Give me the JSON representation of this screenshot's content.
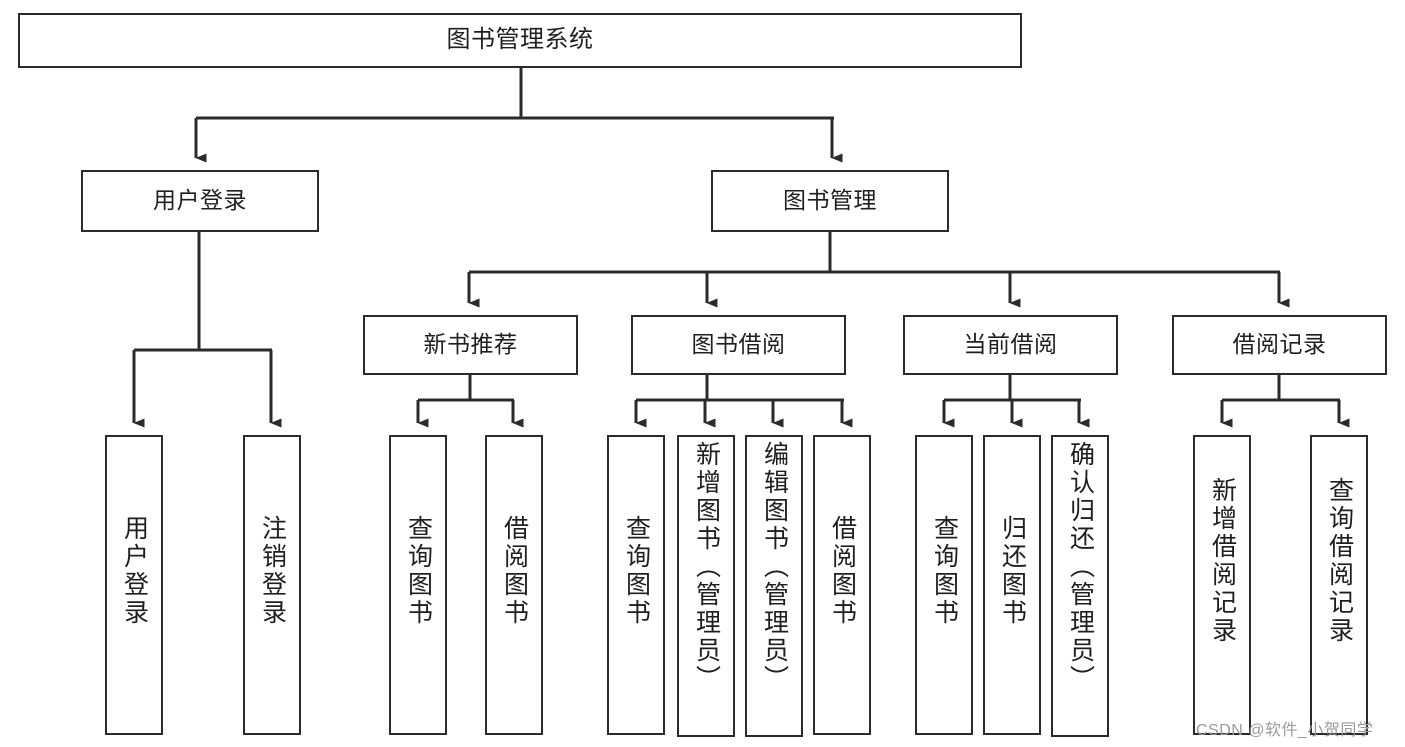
{
  "diagram": {
    "type": "tree-hierarchy-chart",
    "title": "图书管理系统",
    "stroke_color": "#2b2b2b",
    "fill_color": "#ffffff",
    "text_color": "#1f1f1f",
    "nodes": {
      "root": {
        "label": "图书管理系统"
      },
      "level2": [
        {
          "id": "user-login",
          "label": "用户登录"
        },
        {
          "id": "book-manage",
          "label": "图书管理"
        }
      ],
      "level3": [
        {
          "id": "new-book-recommend",
          "label": "新书推荐"
        },
        {
          "id": "book-borrow",
          "label": "图书借阅"
        },
        {
          "id": "current-borrow",
          "label": "当前借阅"
        },
        {
          "id": "borrow-record",
          "label": "借阅记录"
        }
      ],
      "leaves": {
        "user_login": [
          {
            "id": "leaf-user-login",
            "label": "用户登录"
          },
          {
            "id": "leaf-logout-login",
            "label": "注销登录"
          }
        ],
        "new_book_recommend": [
          {
            "id": "leaf-query-book-1",
            "label": "查询图书"
          },
          {
            "id": "leaf-borrow-book-1",
            "label": "借阅图书"
          }
        ],
        "book_borrow": [
          {
            "id": "leaf-query-book-2",
            "label": "查询图书"
          },
          {
            "id": "leaf-add-book-admin",
            "label": "新增图书（管理员）"
          },
          {
            "id": "leaf-edit-book-admin",
            "label": "编辑图书（管理员）"
          },
          {
            "id": "leaf-borrow-book-2",
            "label": "借阅图书"
          }
        ],
        "current_borrow": [
          {
            "id": "leaf-query-book-3",
            "label": "查询图书"
          },
          {
            "id": "leaf-return-book",
            "label": "归还图书"
          },
          {
            "id": "leaf-confirm-return-admin",
            "label": "确认归还（管理员）"
          }
        ],
        "borrow_record": [
          {
            "id": "leaf-add-borrow-record",
            "label": "新增借阅记录"
          },
          {
            "id": "leaf-query-borrow-record",
            "label": "查询借阅记录"
          }
        ]
      }
    }
  },
  "watermark": {
    "text": "CSDN @软件_小贺同学"
  }
}
